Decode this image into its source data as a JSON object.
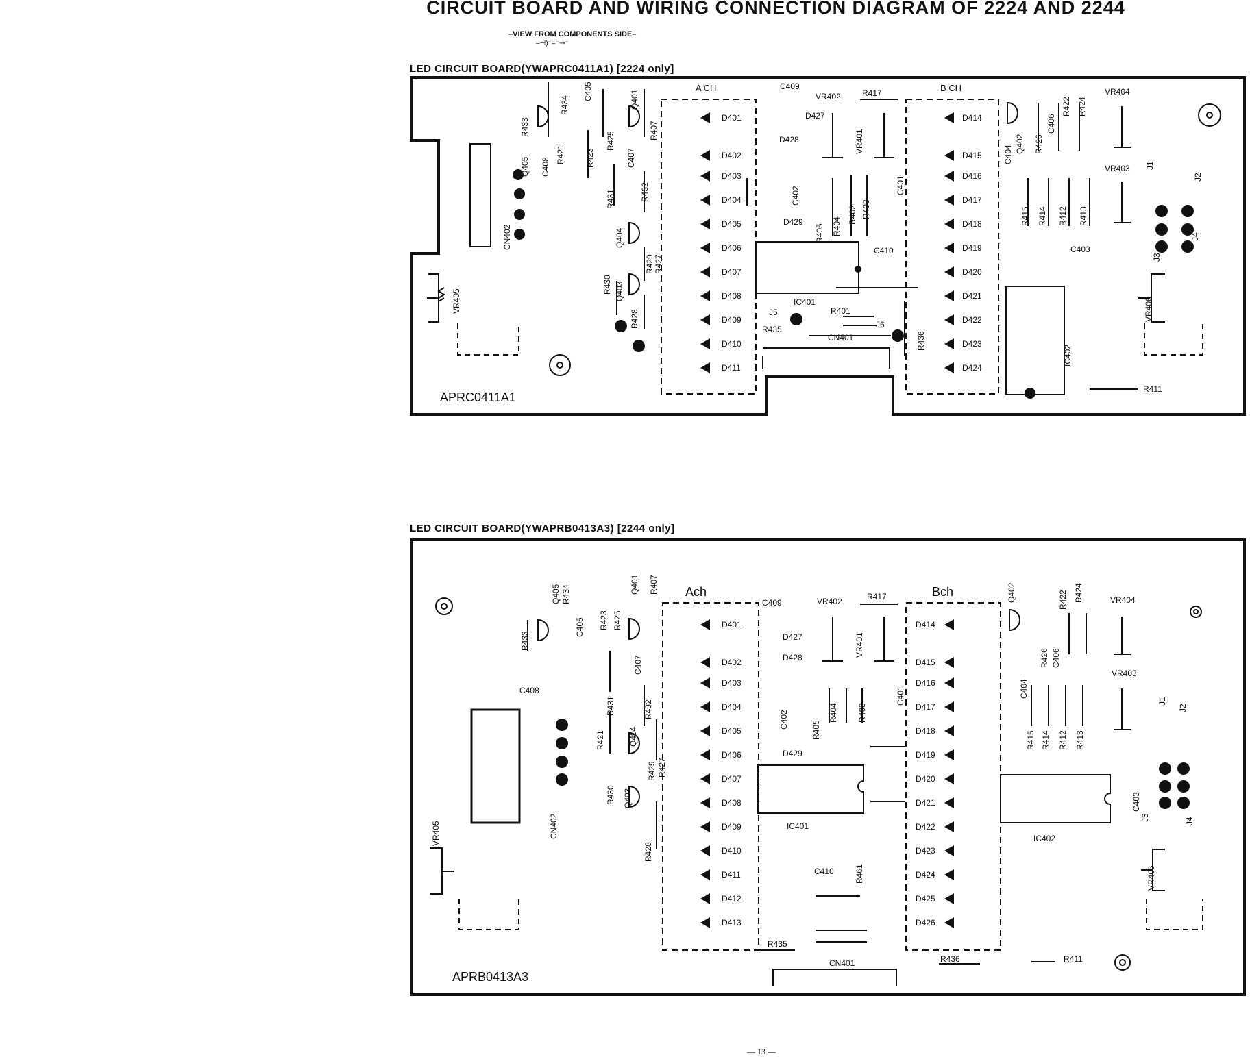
{
  "title": "CIRCUIT BOARD AND WIRING CONNECTION DIAGRAM OF 2224 AND 2244",
  "view_note": "–VIEW FROM COMPONENTS SIDE–",
  "legend_note": "–⊣)⁻=⁻⊸⁻",
  "page_number": "— 13 —",
  "board1": {
    "title": "LED CIRCUIT BOARD(YWAPRC0411A1) [2224 only]",
    "code": "APRC0411A1",
    "ach": "A CH",
    "bch": "B CH",
    "leds_a": [
      "D401",
      "D402",
      "D403",
      "D404",
      "D405",
      "D406",
      "D407",
      "D408",
      "D409",
      "D410",
      "D411"
    ],
    "leds_b": [
      "D414",
      "D415",
      "D416",
      "D417",
      "D418",
      "D419",
      "D420",
      "D421",
      "D422",
      "D423",
      "D424"
    ],
    "parts": [
      "C409",
      "VR402",
      "R417",
      "VR404",
      "VR401",
      "VR403",
      "R433",
      "R434",
      "C405",
      "Q401",
      "R407",
      "Q405",
      "C408",
      "R421",
      "R423",
      "R425",
      "C407",
      "R431",
      "R432",
      "Q404",
      "Q403",
      "R429",
      "R427",
      "R430",
      "R428",
      "D427",
      "D428",
      "C402",
      "D429",
      "R405",
      "R404",
      "R402",
      "R403",
      "C401",
      "C410",
      "IC401",
      "R401",
      "CN401",
      "R435",
      "R436",
      "J5",
      "J6",
      "C404",
      "Q402",
      "R426",
      "C406",
      "R422",
      "R424",
      "R415",
      "R414",
      "R412",
      "R413",
      "C403",
      "IC402",
      "R411",
      "CN402",
      "VR405",
      "VR406",
      "J1",
      "J2",
      "J3",
      "J4"
    ]
  },
  "board2": {
    "title": "LED CIRCUIT BOARD(YWAPRB0413A3) [2244 only]",
    "code": "APRB0413A3",
    "ach": "Ach",
    "bch": "Bch",
    "leds_a": [
      "D401",
      "D402",
      "D403",
      "D404",
      "D405",
      "D406",
      "D407",
      "D408",
      "D409",
      "D410",
      "D411",
      "D412",
      "D413"
    ],
    "leds_b": [
      "D414",
      "D415",
      "D416",
      "D417",
      "D418",
      "D419",
      "D420",
      "D421",
      "D422",
      "D423",
      "D424",
      "D425",
      "D426"
    ],
    "parts": [
      "Q405",
      "R434",
      "C405",
      "R433",
      "Q401",
      "R407",
      "R423",
      "R425",
      "C407",
      "C408",
      "R431",
      "R432",
      "R421",
      "Q404",
      "R429",
      "R427",
      "R430",
      "Q403",
      "R428",
      "CN402",
      "VR405",
      "C409",
      "VR402",
      "R417",
      "VR401",
      "D427",
      "D428",
      "C402",
      "R404",
      "R403",
      "C401",
      "R405",
      "D429",
      "IC401",
      "C410",
      "R461",
      "R435",
      "CN401",
      "R436",
      "Q402",
      "R422",
      "R424",
      "VR404",
      "R426",
      "C406",
      "VR403",
      "C404",
      "R415",
      "R414",
      "R412",
      "R413",
      "C403",
      "IC402",
      "VR406",
      "R411",
      "J1",
      "J2",
      "J3",
      "J4"
    ]
  }
}
